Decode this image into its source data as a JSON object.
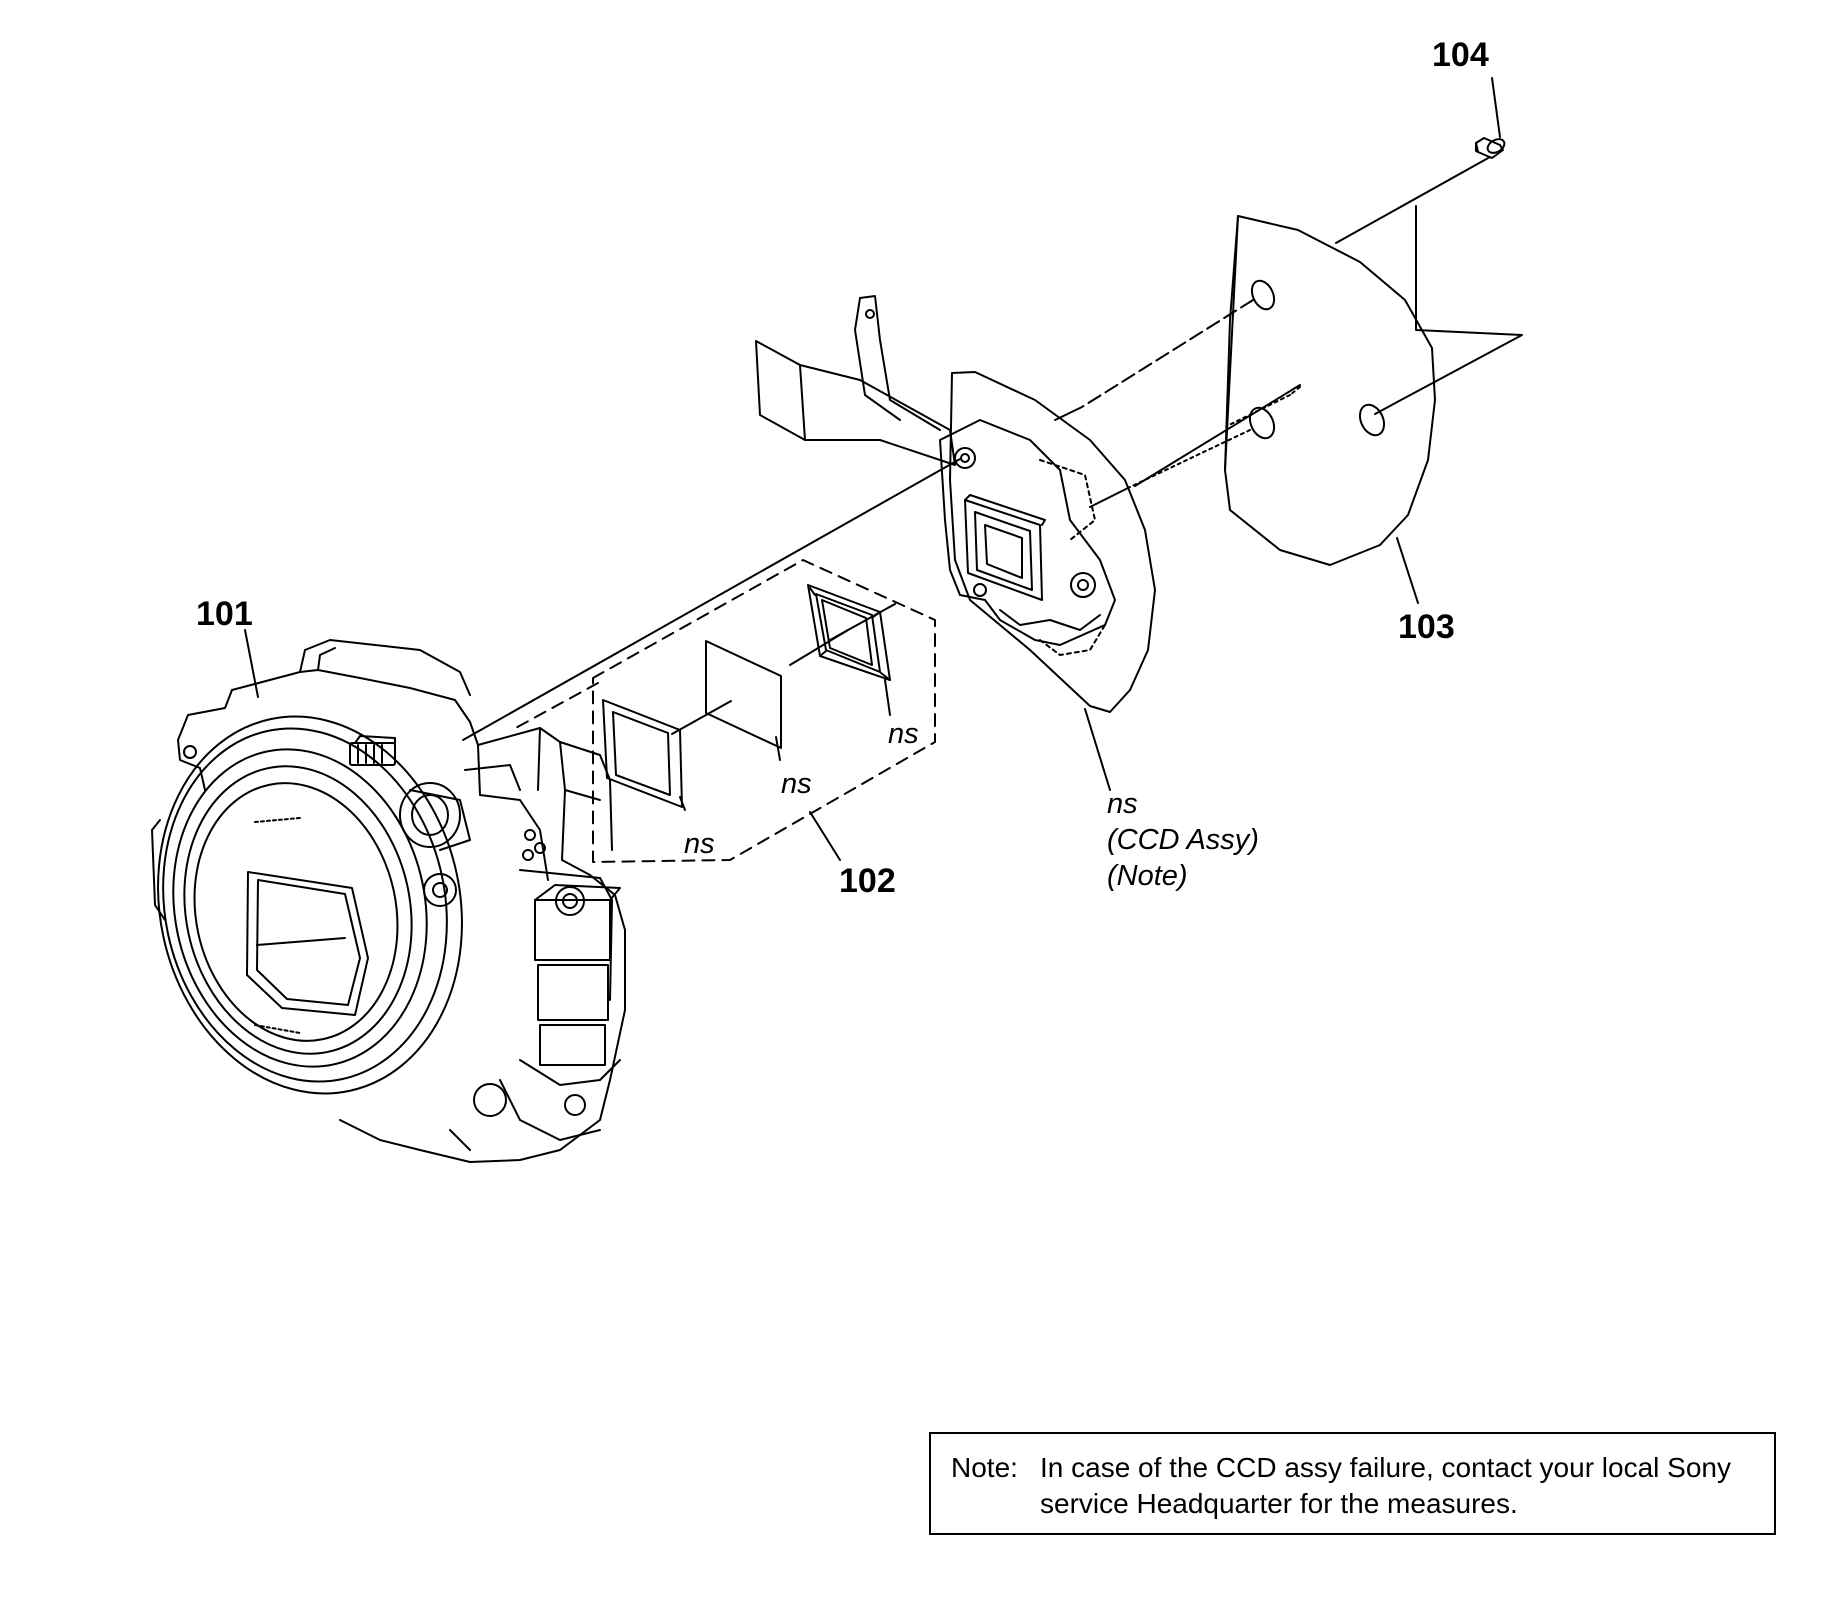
{
  "callouts": {
    "c101": "101",
    "c102": "102",
    "c103": "103",
    "c104": "104"
  },
  "labels": {
    "ns_filter_frame": "ns",
    "ns_filter": "ns",
    "ns_rubber": "ns",
    "ns_ccd": "ns",
    "ccd_assy": "(CCD Assy)",
    "note_ref": "(Note)"
  },
  "note": {
    "label": "Note:",
    "line1": "In case of the CCD assy failure, contact your local Sony",
    "line2": "service Headquarter for the measures."
  }
}
